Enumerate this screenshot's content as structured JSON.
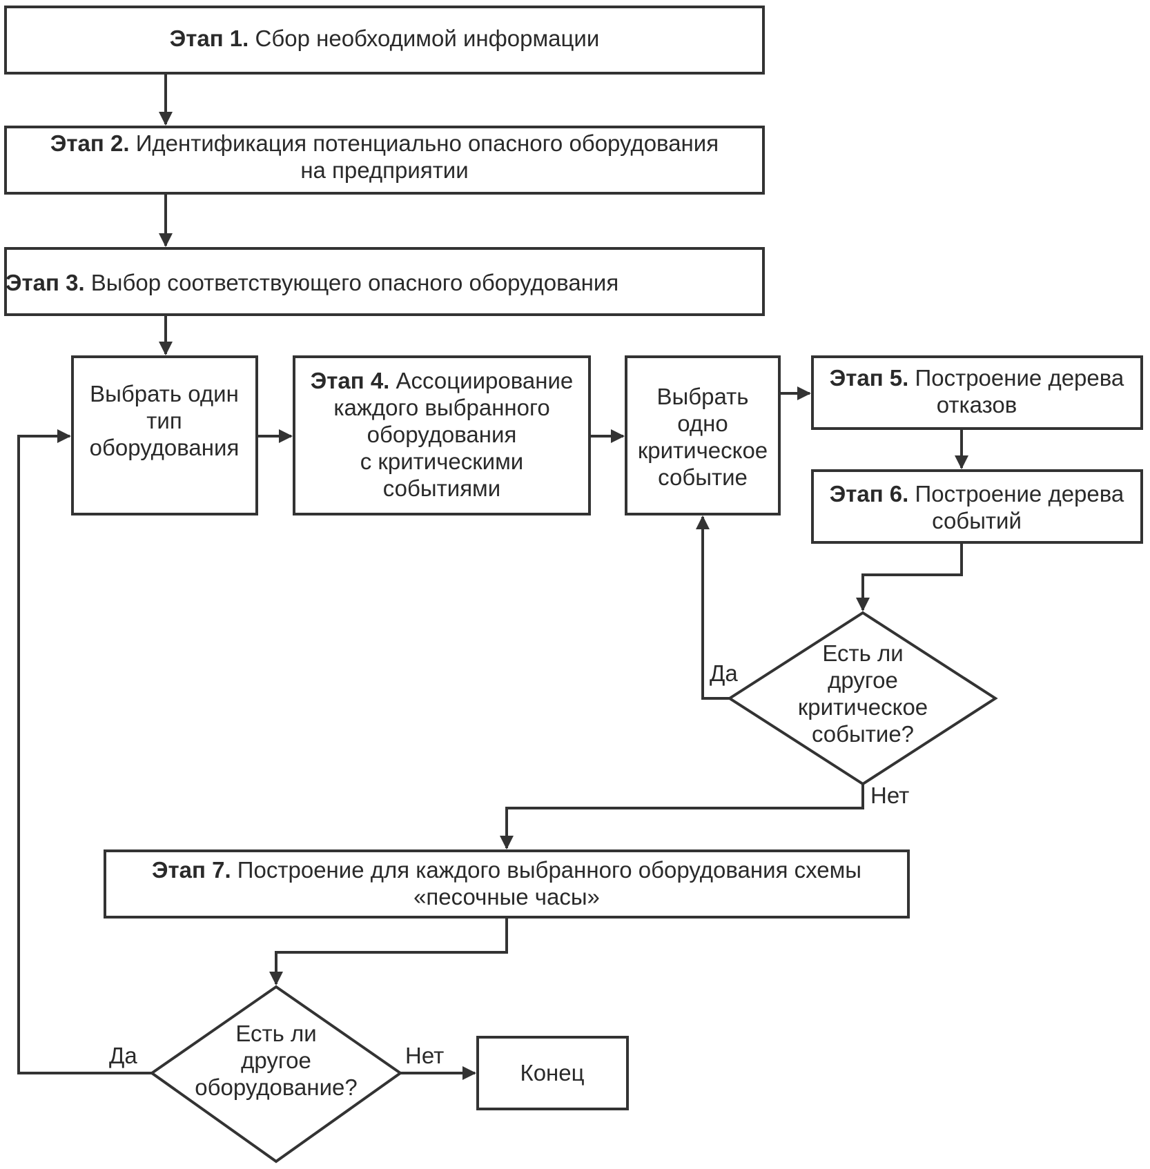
{
  "stage1": {
    "num": "Этап 1.",
    "text": "Сбор необходимой информации"
  },
  "stage2": {
    "num": "Этап 2.",
    "line1": "Идентификация потенциально опасного оборудования",
    "line2": "на предприятии"
  },
  "stage3": {
    "num": "Этап 3.",
    "text": "Выбор соответствующего опасного оборудования"
  },
  "select_equipment": {
    "line1": "Выбрать один",
    "line2": "тип",
    "line3": "оборудования"
  },
  "stage4": {
    "num": "Этап 4.",
    "line1": "Ассоциирование",
    "line2": "каждого выбранного",
    "line3": "оборудования",
    "line4": "с критическими",
    "line5": "событиями"
  },
  "select_event": {
    "line1": "Выбрать",
    "line2": "одно",
    "line3": "критическое",
    "line4": "событие"
  },
  "stage5": {
    "num": "Этап 5.",
    "line1": "Построение дерева",
    "line2": "отказов"
  },
  "stage6": {
    "num": "Этап 6.",
    "line1": "Построение дерева",
    "line2": "событий"
  },
  "decision_event": {
    "line1": "Есть ли",
    "line2": "другое",
    "line3": "критическое",
    "line4": "событие?"
  },
  "stage7": {
    "num": "Этап 7.",
    "line1": "Построение для каждого выбранного оборудования схемы",
    "line2": "«песочные часы»"
  },
  "decision_equipment": {
    "line1": "Есть ли",
    "line2": "другое",
    "line3": "оборудование?"
  },
  "end": {
    "text": "Конец"
  },
  "labels": {
    "yes": "Да",
    "no": "Нет"
  }
}
